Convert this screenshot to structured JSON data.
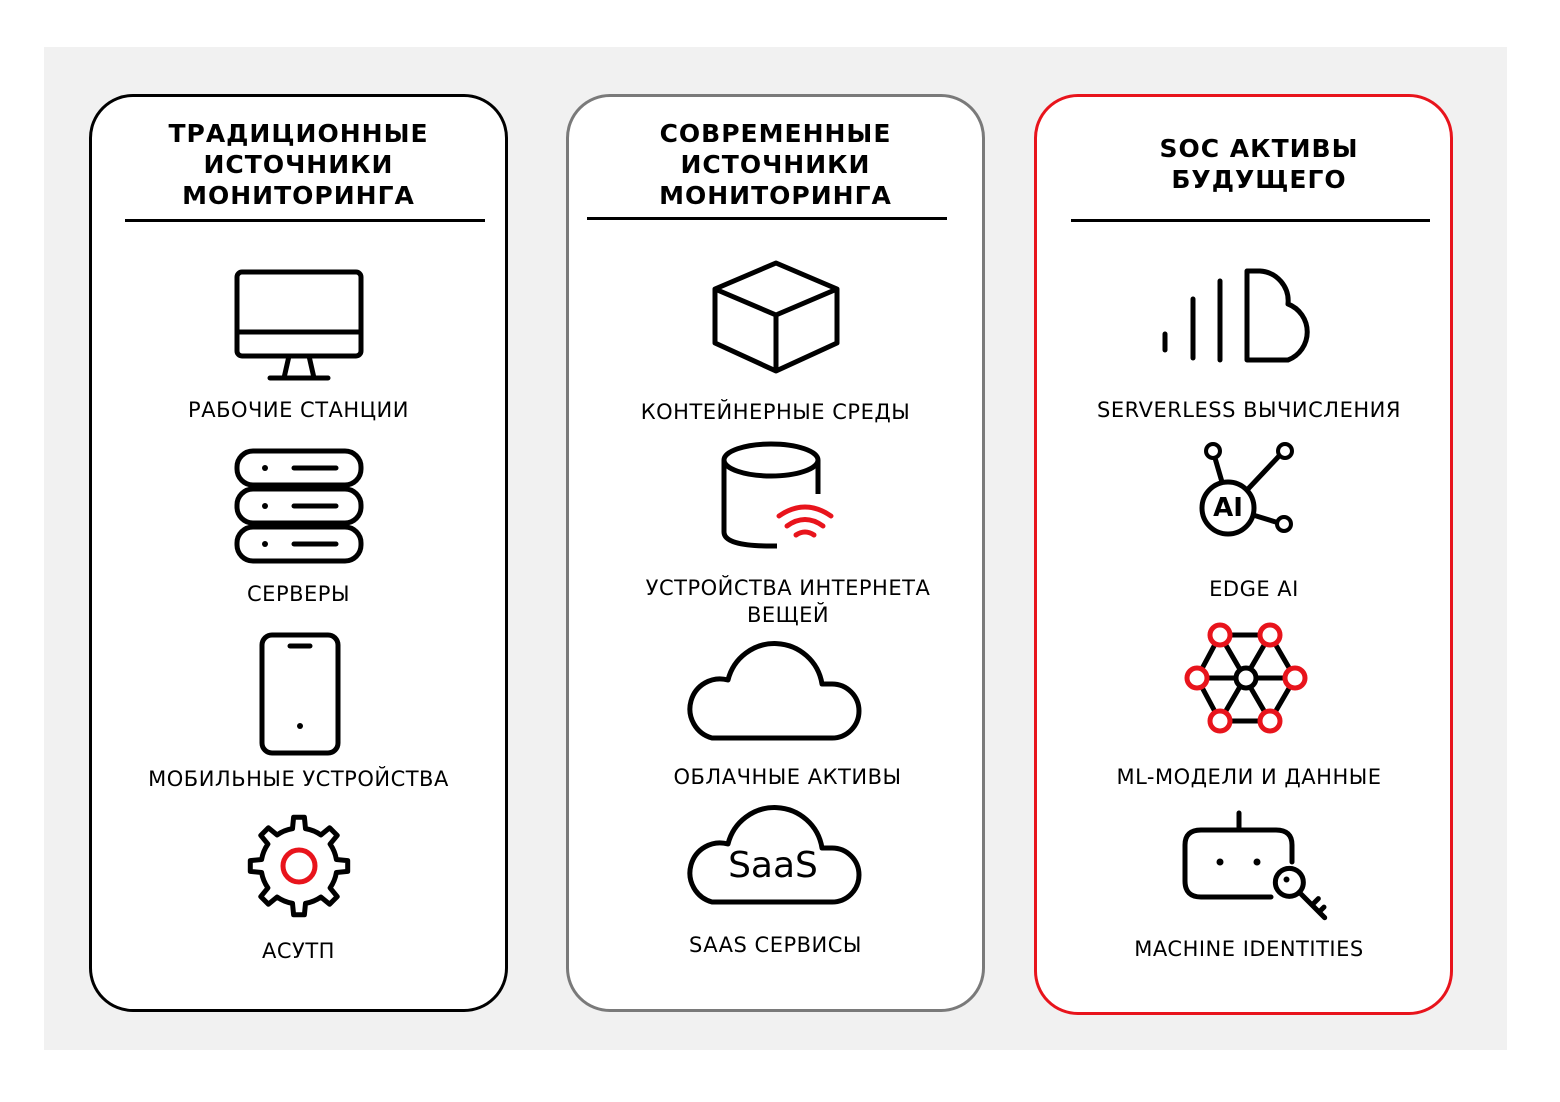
{
  "colors": {
    "accent": "#e8141c",
    "stroke": "#000000",
    "panel_border_modern": "#7a7a7a",
    "background": "#f1f1f1"
  },
  "columns": [
    {
      "title": "ТРАДИЦИОННЫЕ\nИСТОЧНИКИ\nМОНИТОРИНГА",
      "items": [
        {
          "label": "РАБОЧИЕ СТАНЦИИ",
          "icon": "monitor-icon"
        },
        {
          "label": "СЕРВЕРЫ",
          "icon": "server-icon"
        },
        {
          "label": "МОБИЛЬНЫЕ УСТРОЙСТВА",
          "icon": "smartphone-icon"
        },
        {
          "label": "АСУТП",
          "icon": "gear-icon"
        }
      ]
    },
    {
      "title": "СОВРЕМЕННЫЕ\nИСТОЧНИКИ\nМОНИТОРИНГА",
      "items": [
        {
          "label": "КОНТЕЙНЕРНЫЕ СРЕДЫ",
          "icon": "cube-icon"
        },
        {
          "label": "УСТРОЙСТВА ИНТЕРНЕТА\nВЕЩЕЙ",
          "icon": "database-wifi-icon"
        },
        {
          "label": "ОБЛАЧНЫЕ АКТИВЫ",
          "icon": "cloud-icon"
        },
        {
          "label": "SAAS СЕРВИСЫ",
          "icon": "saas-cloud-icon",
          "icon_text": "SaaS"
        }
      ]
    },
    {
      "title": "SOC АКТИВЫ\nБУДУЩЕГО",
      "items": [
        {
          "label": "SERVERLESS ВЫЧИСЛЕНИЯ",
          "icon": "serverless-cloud-icon"
        },
        {
          "label": "EDGE AI",
          "icon": "ai-network-icon",
          "icon_text": "AI"
        },
        {
          "label": "ML-МОДЕЛИ И ДАННЫЕ",
          "icon": "neural-network-icon"
        },
        {
          "label": "MACHINE IDENTITIES",
          "icon": "robot-key-icon"
        }
      ]
    }
  ]
}
